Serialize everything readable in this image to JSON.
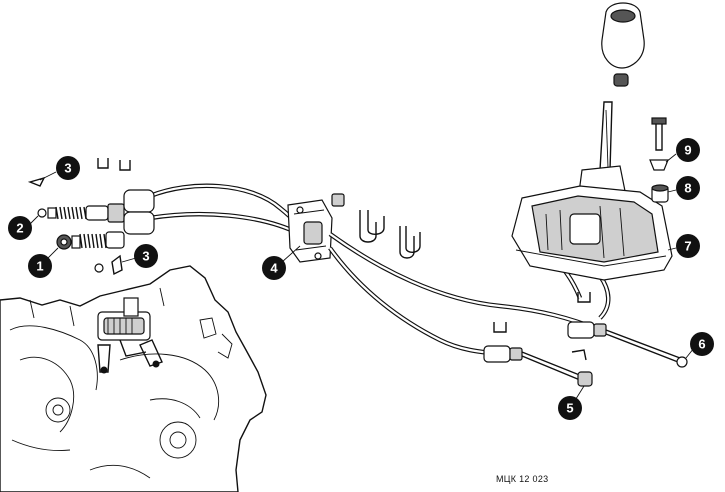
{
  "figure": {
    "code": "МЦК 12 023",
    "callouts": [
      {
        "id": "c1",
        "label": "1"
      },
      {
        "id": "c2",
        "label": "2"
      },
      {
        "id": "c3a",
        "label": "3"
      },
      {
        "id": "c3b",
        "label": "3"
      },
      {
        "id": "c4",
        "label": "4"
      },
      {
        "id": "c5",
        "label": "5"
      },
      {
        "id": "c6",
        "label": "6"
      },
      {
        "id": "c7",
        "label": "7"
      },
      {
        "id": "c8",
        "label": "8"
      },
      {
        "id": "c9",
        "label": "9"
      }
    ]
  }
}
